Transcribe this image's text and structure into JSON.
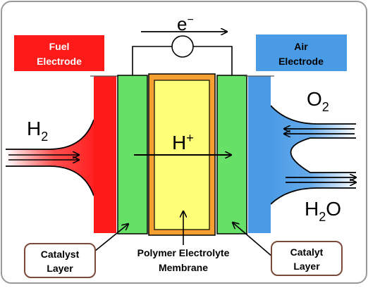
{
  "labels": {
    "fuel_line1": "Fuel",
    "fuel_line2": "Electrode",
    "air_line1": "Air",
    "air_line2": "Electrode",
    "electron": "e",
    "electron_sup": "−",
    "h2_main": "H",
    "h2_sub": "2",
    "o2_main": "O",
    "o2_sub": "2",
    "hplus_main": "H",
    "hplus_sup": "+",
    "h2o_h": "H",
    "h2o_sub": "2",
    "h2o_o": "O",
    "catalyst_left_line1": "Catalyst",
    "catalyst_left_line2": "Layer",
    "membrane_line1": "Polymer Electrolyte",
    "membrane_line2": "Membrane",
    "catalyst_right_line1": "Catalyt",
    "catalyst_right_line2": "Layer"
  },
  "colors": {
    "fuel_electrode": "#ff1a1a",
    "air_electrode": "#4a9be6",
    "catalyst": "#66e066",
    "membrane_outer": "#f5a030",
    "membrane_inner": "#ffff7a",
    "label_border": "#7a4a3a",
    "frame_border": "#999999"
  }
}
